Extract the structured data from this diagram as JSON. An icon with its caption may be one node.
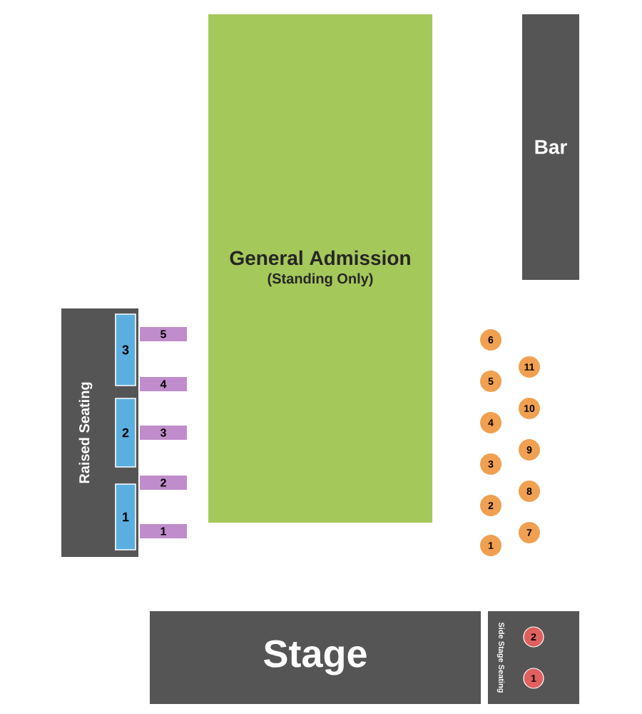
{
  "diagram": {
    "nodes": [
      {
        "text": [
          "General Admission",
          "(Standing Only)"
        ]
      },
      {
        "text": [
          "Bar"
        ]
      },
      {
        "text": [
          "Raised Seating"
        ]
      },
      {
        "text": [
          "3"
        ],
        "in": 2
      },
      {
        "text": [
          "2"
        ],
        "in": 2
      },
      {
        "text": [
          "1"
        ],
        "in": 2
      },
      {
        "text": [
          "5"
        ]
      },
      {
        "text": [
          "4"
        ]
      },
      {
        "text": [
          "3"
        ]
      },
      {
        "text": [
          "2"
        ]
      },
      {
        "text": [
          "1"
        ]
      },
      {
        "text": [
          "6"
        ]
      },
      {
        "text": [
          "11"
        ]
      },
      {
        "text": [
          "5"
        ]
      },
      {
        "text": [
          "10"
        ]
      },
      {
        "text": [
          "4"
        ]
      },
      {
        "text": [
          "9"
        ]
      },
      {
        "text": [
          "3"
        ]
      },
      {
        "text": [
          "8"
        ]
      },
      {
        "text": [
          "2"
        ]
      },
      {
        "text": [
          "7"
        ]
      },
      {
        "text": [
          "1"
        ]
      },
      {
        "text": [
          "Stage"
        ]
      },
      {
        "text": [
          "Side Stage Seating"
        ]
      },
      {
        "text": [
          "2"
        ],
        "in": 23
      },
      {
        "text": [
          "1"
        ],
        "in": 23
      }
    ]
  }
}
